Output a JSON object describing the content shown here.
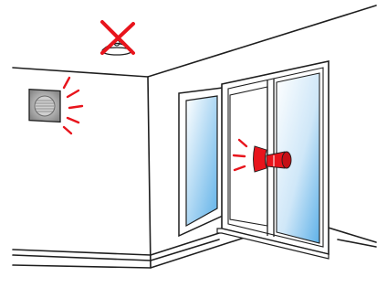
{
  "scene": {
    "title": "",
    "colors": {
      "line": "#1e1e1e",
      "warning_red": "#e8141c",
      "glass_light": "#ffffff",
      "glass_blue": "#5fb1e8",
      "vent_grey": "#b7b7b7",
      "background": "#ffffff"
    },
    "elements": [
      {
        "id": "smoke-detector",
        "icon": "smoke-detector-icon",
        "state": "crossed-out"
      },
      {
        "id": "wall-vent-fan",
        "icon": "vent-fan-icon",
        "state": "active"
      },
      {
        "id": "open-casement-window",
        "icon": "window-icon",
        "state": "open"
      },
      {
        "id": "double-window",
        "icon": "window-icon",
        "state": "closed"
      },
      {
        "id": "window-sensor",
        "icon": "sensor-icon",
        "state": "active"
      }
    ]
  }
}
